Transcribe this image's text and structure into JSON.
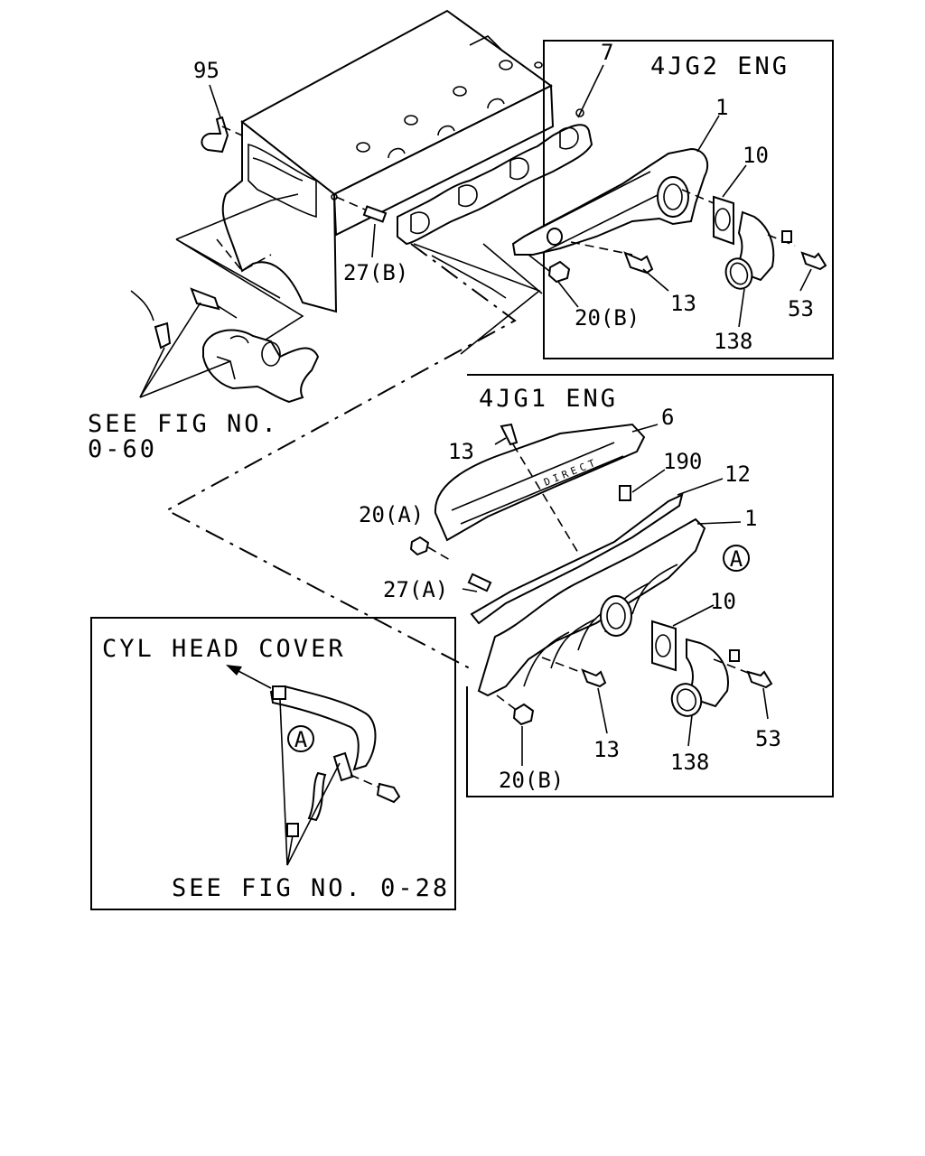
{
  "boxes": {
    "jg2_title": "4JG2 ENG",
    "jg1_title": "4JG1 ENG",
    "cyl_title": "CYL HEAD COVER"
  },
  "references": {
    "fig060_line1": "SEE FIG NO.",
    "fig060_line2": "0-60",
    "fig028": "SEE FIG NO. 0-28"
  },
  "callouts": {
    "p95": "95",
    "p7": "7",
    "p27b": "27(B)",
    "jg2_p1": "1",
    "jg2_p10": "10",
    "jg2_p13": "13",
    "jg2_p20b": "20(B)",
    "jg2_p53": "53",
    "jg2_p138": "138",
    "jg1_p13_top": "13",
    "jg1_p6": "6",
    "jg1_p190": "190",
    "jg1_p12": "12",
    "jg1_p1": "1",
    "jg1_p20a": "20(A)",
    "jg1_p27a": "27(A)",
    "jg1_p10": "10",
    "jg1_p13_bottom": "13",
    "jg1_p20b": "20(B)",
    "jg1_p138": "138",
    "jg1_p53": "53",
    "marker_a1": "A",
    "marker_a2": "A",
    "manifold_text": "DIRECT"
  }
}
